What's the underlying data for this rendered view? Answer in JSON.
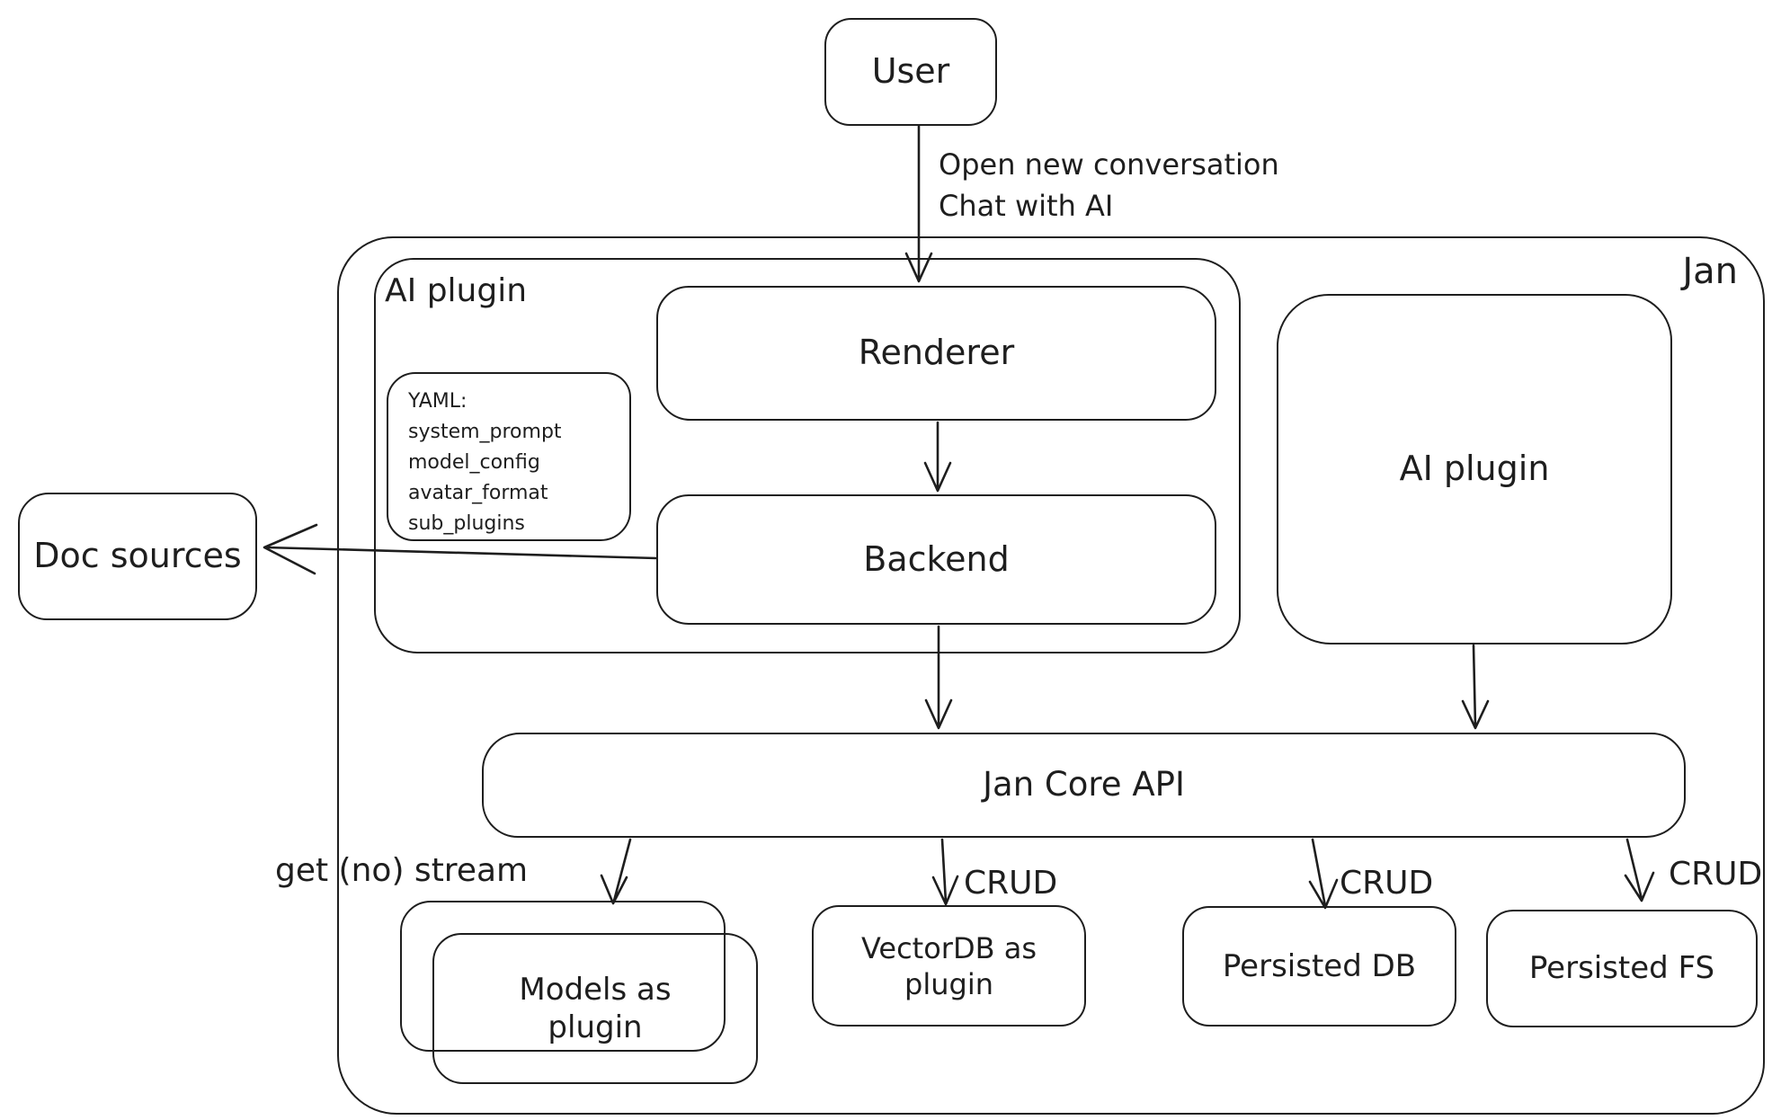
{
  "colors": {
    "stroke": "#1e1e1e",
    "background": "#ffffff"
  },
  "nodes": {
    "user": {
      "label": "User"
    },
    "jan_container": {
      "label": "Jan"
    },
    "ai_plugin_left_container": {
      "label": "AI plugin"
    },
    "renderer": {
      "label": "Renderer"
    },
    "yaml_note": {
      "lines": [
        "YAML:",
        "system_prompt",
        "model_config",
        "avatar_format",
        "sub_plugins"
      ]
    },
    "backend": {
      "label": "Backend"
    },
    "ai_plugin_right": {
      "label": "AI plugin"
    },
    "doc_sources": {
      "label": "Doc sources"
    },
    "jan_core_api": {
      "label": "Jan Core API"
    },
    "models_as_plugin": {
      "label": "Models as plugin"
    },
    "vectordb_as_plugin": {
      "label": "VectorDB as plugin"
    },
    "persisted_db": {
      "label": "Persisted DB"
    },
    "persisted_fs": {
      "label": "Persisted FS"
    }
  },
  "edges": {
    "user_to_renderer": {
      "labels": [
        "Open new conversation",
        "Chat with AI"
      ]
    },
    "jan_core_api_to_models": {
      "label": "get (no) stream"
    },
    "jan_core_api_to_vectordb": {
      "label": "CRUD"
    },
    "jan_core_api_to_persisted_db": {
      "label": "CRUD"
    },
    "jan_core_api_to_persisted_fs": {
      "label": "CRUD"
    }
  }
}
